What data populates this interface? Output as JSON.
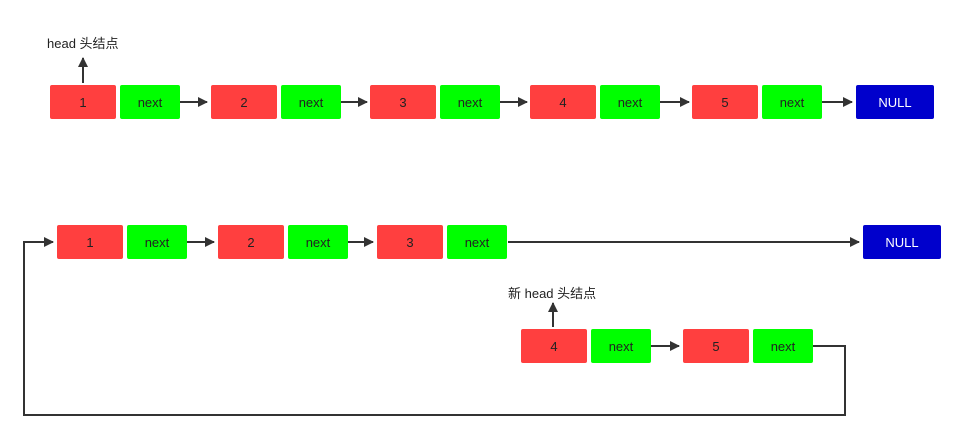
{
  "colors": {
    "value_cell": "#ff3f3f",
    "next_cell": "#00ff00",
    "null_cell": "#0000cc",
    "line": "#333333"
  },
  "top_list": {
    "head_label": "head 头结点",
    "nodes": [
      {
        "value": "1",
        "next": "next"
      },
      {
        "value": "2",
        "next": "next"
      },
      {
        "value": "3",
        "next": "next"
      },
      {
        "value": "4",
        "next": "next"
      },
      {
        "value": "5",
        "next": "next"
      }
    ],
    "null_label": "NULL"
  },
  "bottom_list": {
    "new_head_label": "新 head 头结点",
    "first_part": [
      {
        "value": "1",
        "next": "next"
      },
      {
        "value": "2",
        "next": "next"
      },
      {
        "value": "3",
        "next": "next"
      }
    ],
    "second_part": [
      {
        "value": "4",
        "next": "next"
      },
      {
        "value": "5",
        "next": "next"
      }
    ],
    "null_label": "NULL"
  }
}
